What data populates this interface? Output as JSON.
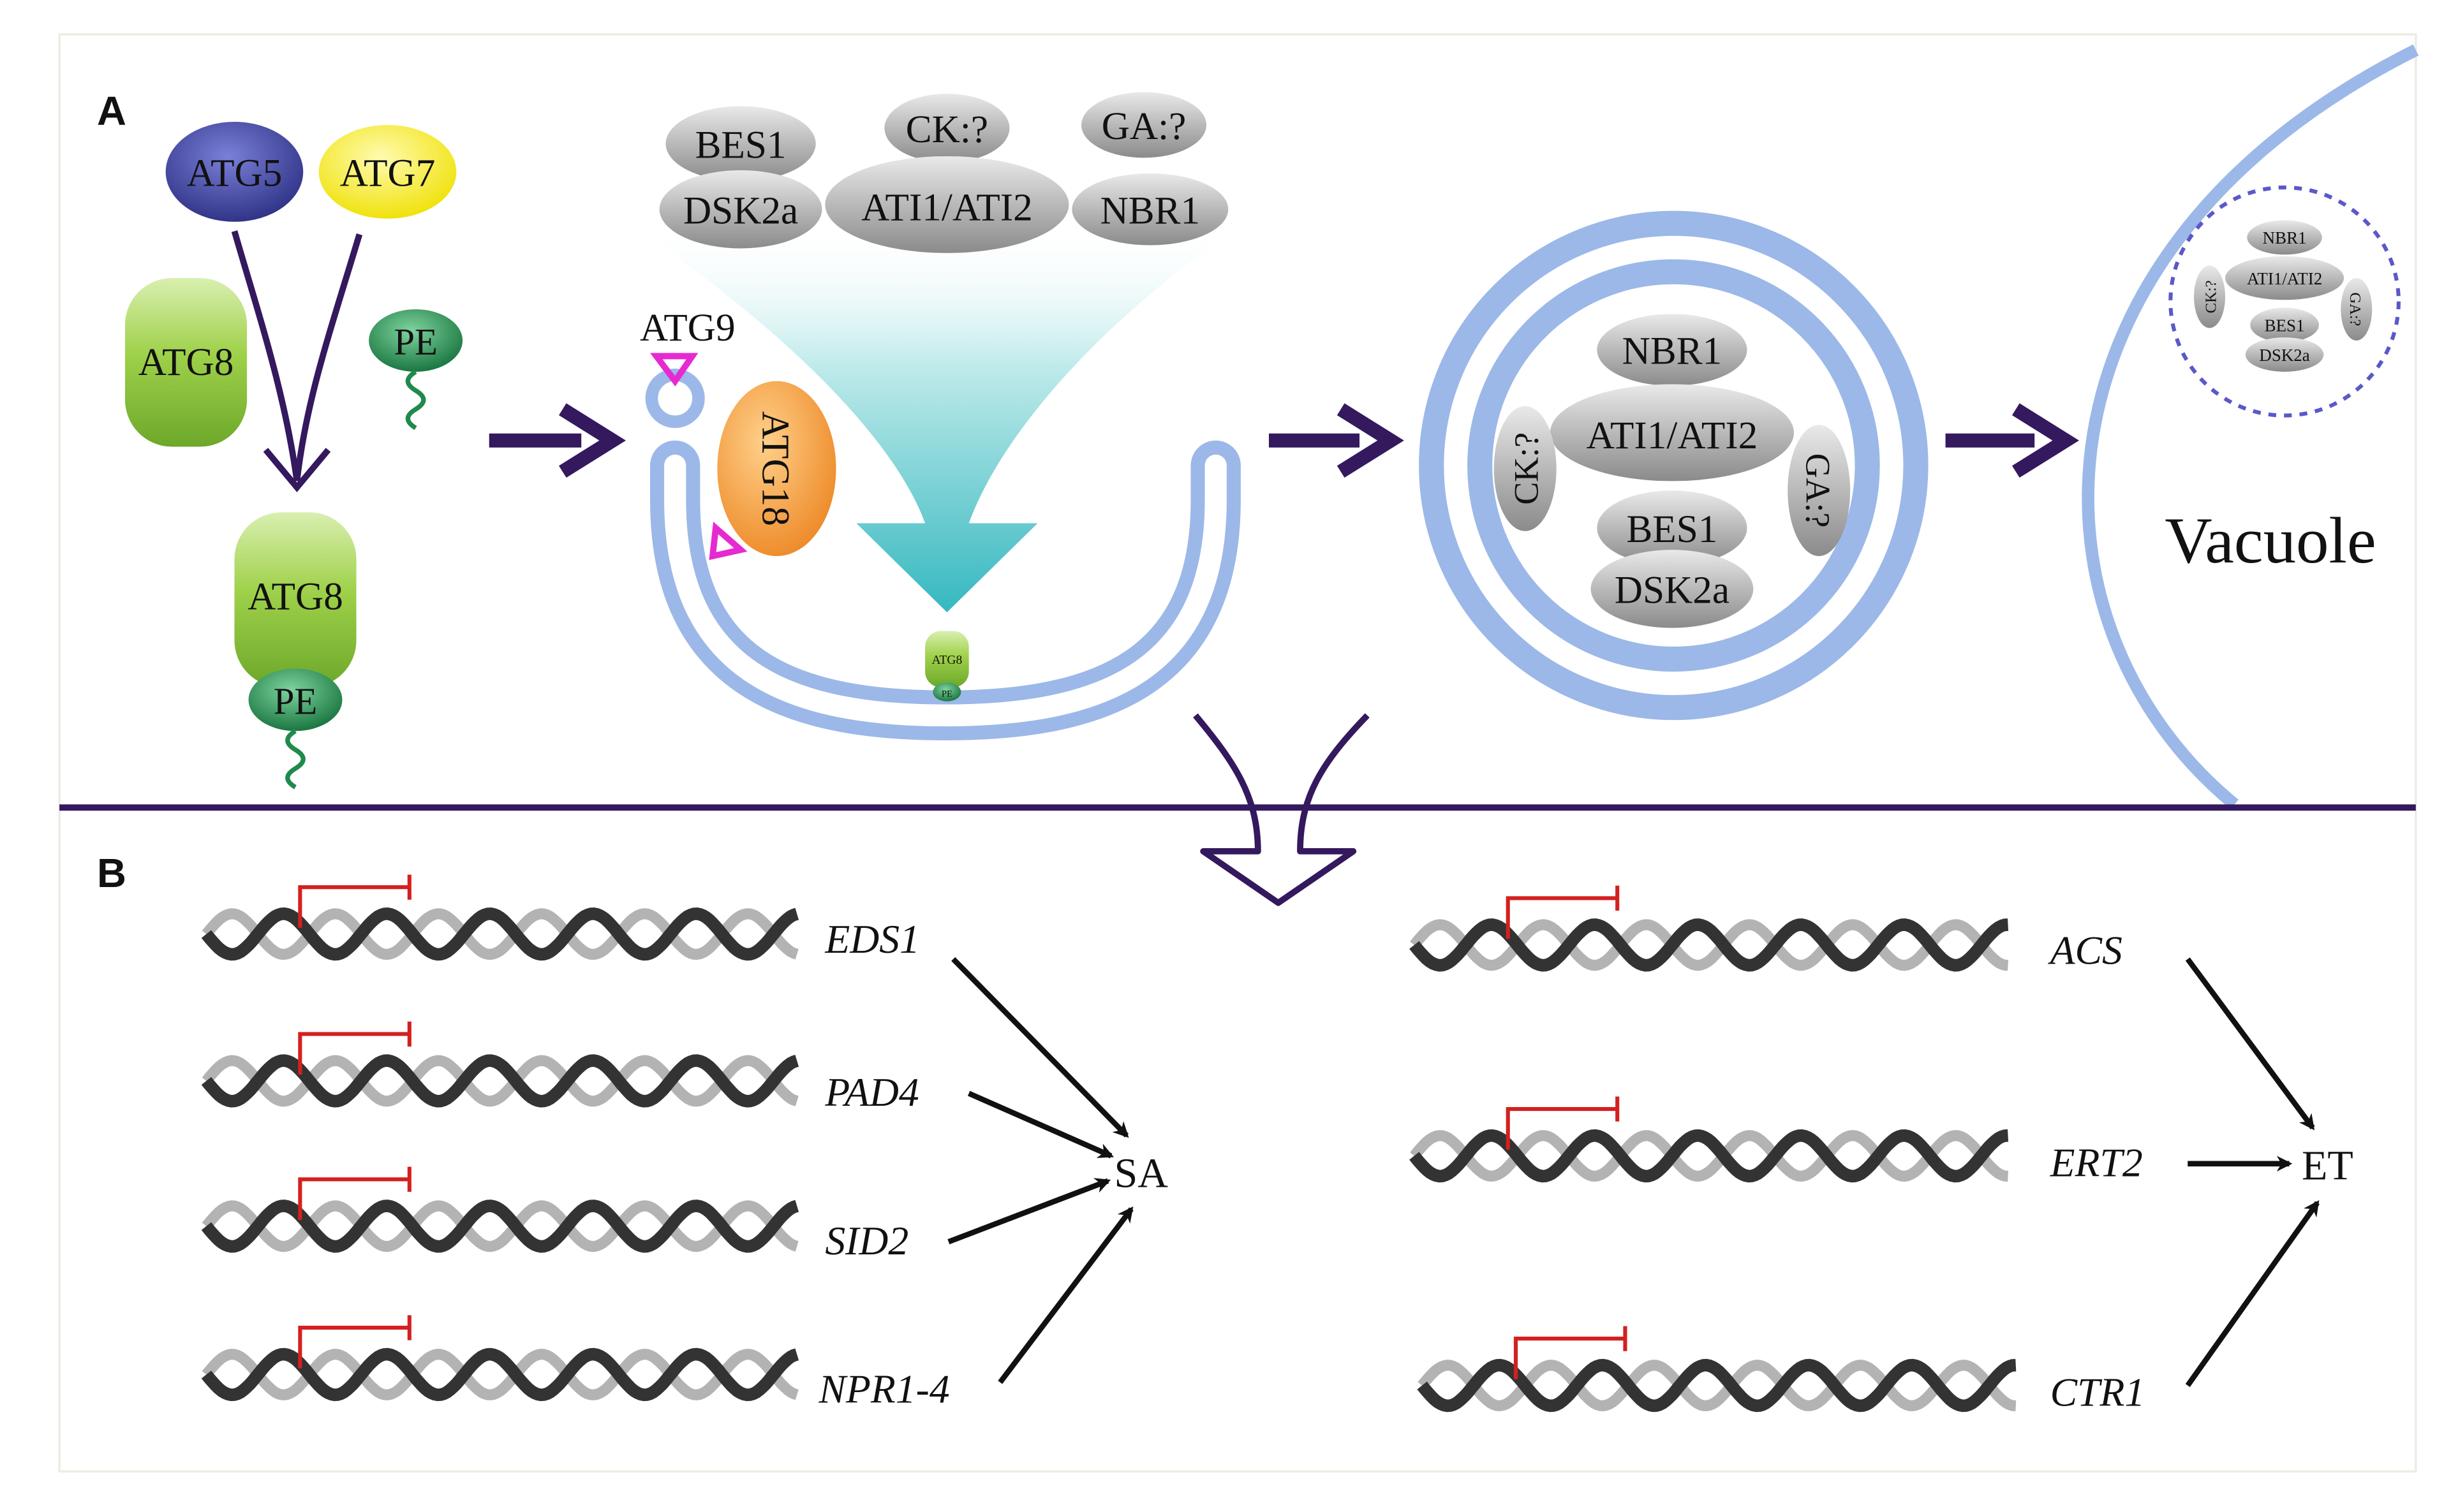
{
  "panels": {
    "a": "A",
    "b": "B"
  },
  "panel_a": {
    "proteins": {
      "atg5": "ATG5",
      "atg7": "ATG7",
      "atg8": "ATG8",
      "pe": "PE",
      "atg8_conjugate": "ATG8",
      "pe_conjugate": "PE",
      "atg9": "ATG9",
      "atg18": "ATG18",
      "atg8_small": "ATG8",
      "pe_small": "PE"
    },
    "cargo": {
      "bes1": "BES1",
      "dsk2a": "DSK2a",
      "ck": "CK:?",
      "ati": "ATI1/ATI2",
      "ga": "GA:?",
      "nbr1": "NBR1"
    },
    "autophagosome": {
      "nbr1": "NBR1",
      "ati": "ATI1/ATI2",
      "ck": "CK:?",
      "ga": "GA:?",
      "bes1": "BES1",
      "dsk2a": "DSK2a"
    },
    "vacuole": {
      "label": "Vacuole",
      "nbr1": "NBR1",
      "ati": "ATI1/ATI2",
      "ck": "CK:?",
      "ga": "GA:?",
      "bes1": "BES1",
      "dsk2a": "DSK2a"
    }
  },
  "panel_b": {
    "sa_genes": [
      "EDS1",
      "PAD4",
      "SID2",
      "NPR1-4"
    ],
    "sa_product": "SA",
    "et_genes": [
      "ACS",
      "ERT2",
      "CTR1"
    ],
    "et_product": "ET"
  },
  "colors": {
    "atg5": "#3a3f9a",
    "atg7": "#f2ea2a",
    "atg8": "#8cc63f",
    "pe": "#1f8a4c",
    "membrane": "#9bb8e8",
    "arrow": "#34195e",
    "atg18": "#f39a2c",
    "atg9_anchor": "#e62ad1",
    "cargo_gray": "#9a9a9a",
    "funnel": "#4cc4cc",
    "promoter": "#d42020",
    "dna_dark": "#333333",
    "dna_light": "#b3b3b3"
  }
}
